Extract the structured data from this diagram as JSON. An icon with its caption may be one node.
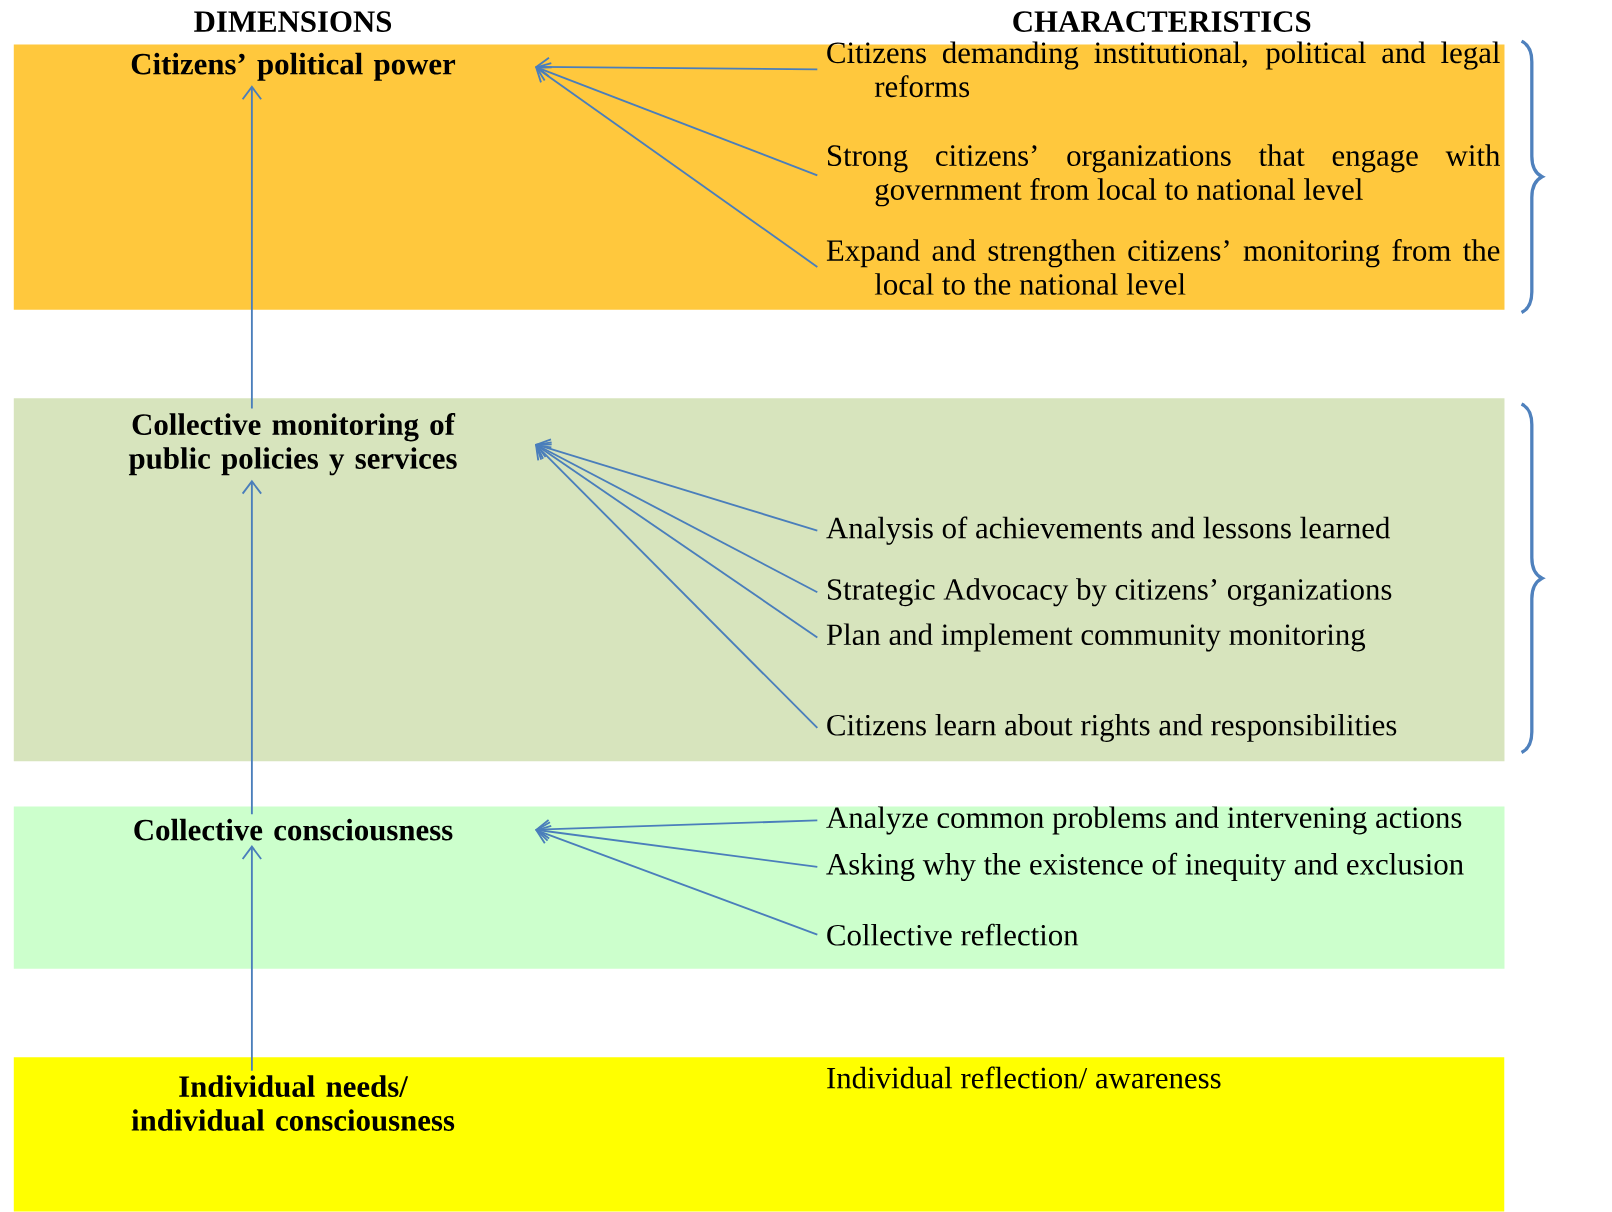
{
  "diagram": {
    "nodes": [
      {
        "text": [],
        "shape": "box"
      },
      {
        "text": [
          "Citizens’ political power"
        ],
        "in": 0
      },
      {
        "text": [
          "Citizens demanding institutional, political and legal reforms"
        ],
        "in": 0
      },
      {
        "text": [
          "Strong citizens’ organizations that engage with government from local to national level"
        ],
        "in": 0
      },
      {
        "text": [
          "Expand and strengthen citizens’ monitoring from the local to the national level"
        ],
        "in": 0
      },
      {
        "text": [],
        "shape": "box"
      },
      {
        "text": [
          "Collective monitoring of public policies y services"
        ],
        "in": 5
      },
      {
        "text": [
          "Analysis of achievements and lessons learned"
        ],
        "in": 5
      },
      {
        "text": [
          "Strategic Advocacy by citizens’ organizations"
        ],
        "in": 5
      },
      {
        "text": [
          "Plan and implement community monitoring"
        ],
        "in": 5
      },
      {
        "text": [
          "Citizens learn about rights and responsibilities"
        ],
        "in": 5
      },
      {
        "text": [],
        "shape": "box"
      },
      {
        "text": [
          "Collective consciousness"
        ],
        "in": 11
      },
      {
        "text": [
          "Analyze  common problems and intervening actions"
        ],
        "in": 11
      },
      {
        "text": [
          "Asking why the existence of  inequity and exclusion"
        ],
        "in": 11
      },
      {
        "text": [
          "Collective  reflection"
        ],
        "in": 11
      },
      {
        "text": [],
        "shape": "box"
      },
      {
        "text": [
          "Individual needs/ individual consciousness"
        ],
        "in": 16
      },
      {
        "text": [
          "Individual reflection/ awareness"
        ],
        "in": 16
      }
    ],
    "edges": [
      {
        "from": 2,
        "to": 1,
        "arrow": "to"
      },
      {
        "from": 3,
        "to": 1,
        "arrow": "to"
      },
      {
        "from": 4,
        "to": 1,
        "arrow": "to"
      },
      {
        "from": 7,
        "to": 6,
        "arrow": "to"
      },
      {
        "from": 8,
        "to": 6,
        "arrow": "to"
      },
      {
        "from": 9,
        "to": 6,
        "arrow": "to"
      },
      {
        "from": 10,
        "to": 6,
        "arrow": "to"
      },
      {
        "from": 13,
        "to": 12,
        "arrow": "to"
      },
      {
        "from": 14,
        "to": 12,
        "arrow": "to"
      },
      {
        "from": 15,
        "to": 12,
        "arrow": "to"
      },
      {
        "from": 17,
        "to": 12,
        "arrow": "to"
      },
      {
        "from": 12,
        "to": 6,
        "arrow": "to"
      },
      {
        "from": 6,
        "to": 1,
        "arrow": "to"
      }
    ],
    "labels": [
      "DIMENSIONS",
      "CHARACTERISTICS"
    ]
  }
}
